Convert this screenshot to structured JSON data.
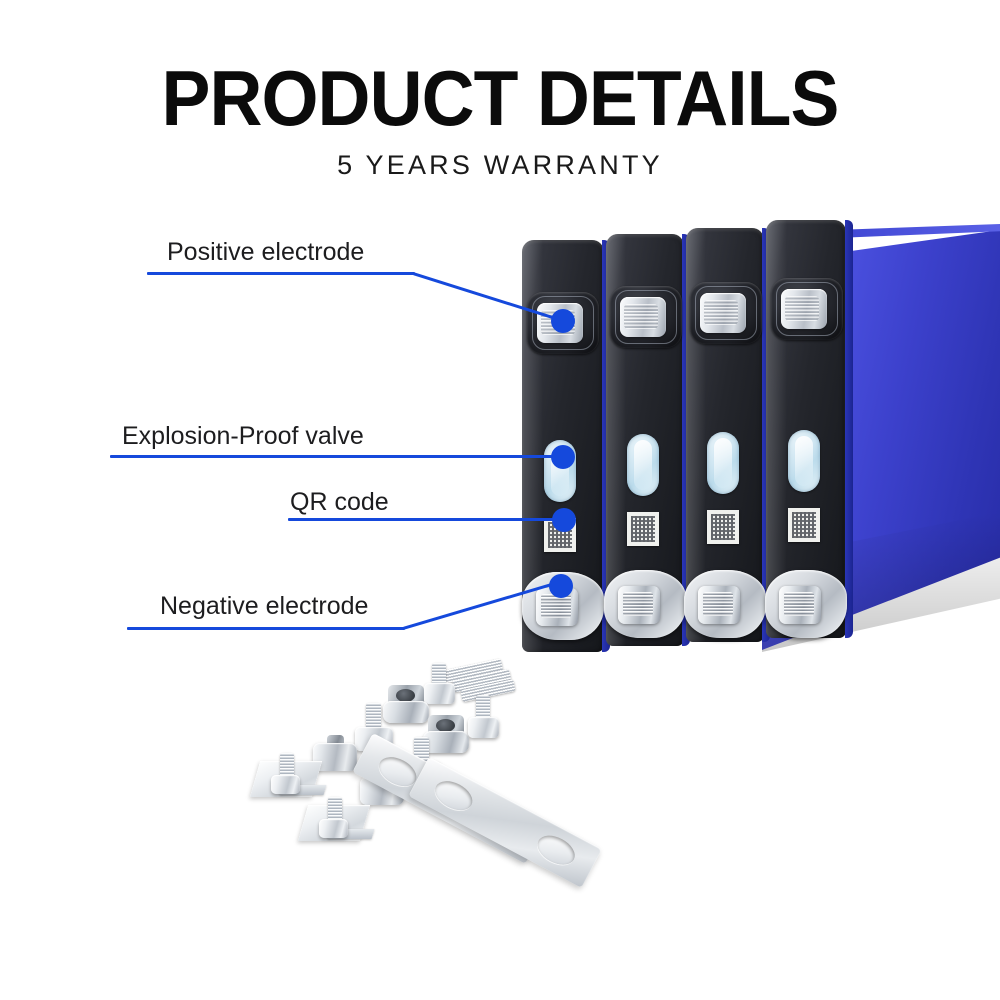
{
  "header": {
    "title": "PRODUCT DETAILS",
    "subtitle": "5 YEARS WARRANTY"
  },
  "colors": {
    "accent_blue": "#1549dc",
    "cell_body_blue": "#3a3fd0",
    "cell_top_dark": "#24262c",
    "vent_blue": "#cfe6f2",
    "metal_silver": "#d7dbe0",
    "title_black": "#0b0b0b"
  },
  "callouts": [
    {
      "id": "positive-electrode",
      "label": "Positive electrode"
    },
    {
      "id": "explosion-proof-valve",
      "label": "Explosion-Proof valve"
    },
    {
      "id": "qr-code",
      "label": "QR code"
    },
    {
      "id": "negative-electrode",
      "label": "Negative electrode"
    }
  ],
  "product": {
    "type": "prismatic-lifepo4-cells",
    "cell_count": 4,
    "features_per_cell": [
      "positive terminal",
      "explosion-proof vent valve",
      "QR code label",
      "negative terminal"
    ]
  },
  "accessories": {
    "busbar_count": 2,
    "bolt_count": 4,
    "flange_nut_count": 2,
    "spacer_count": 3,
    "mount_plate_count": 2,
    "stud_bundle_count": 1
  }
}
